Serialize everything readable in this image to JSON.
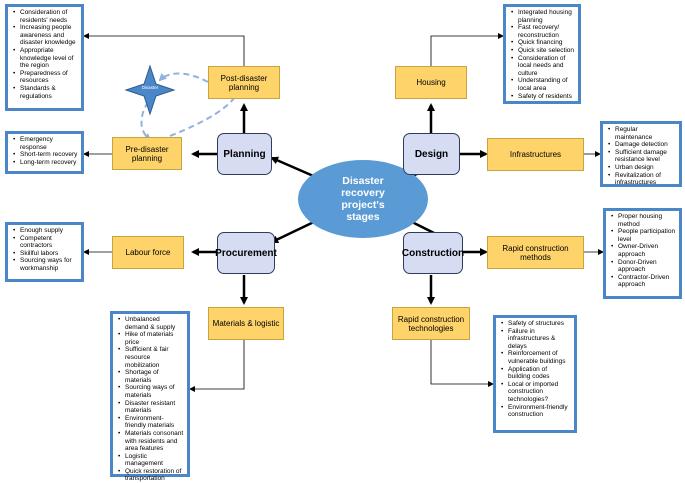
{
  "center": {
    "line1": "Disaster",
    "line2": "recovery",
    "line3": "project's",
    "line4": "stages"
  },
  "star_label": "Disaster",
  "stages": {
    "planning": "Planning",
    "design": "Design",
    "procurement": "Procurement",
    "construction": "Construction"
  },
  "sub": {
    "post_disaster_1": "Post-disaster",
    "post_disaster_2": "planning",
    "pre_disaster_1": "Pre-disaster",
    "pre_disaster_2": "planning",
    "housing": "Housing",
    "infrastructures": "Infrastructures",
    "labour_force": "Labour force",
    "materials_logistic": "Materials & logistic",
    "rapid_methods_1": "Rapid construction",
    "rapid_methods_2": "methods",
    "rapid_tech_1": "Rapid construction",
    "rapid_tech_2": "technologies"
  },
  "lists": {
    "post_disaster": [
      "Consideration of residents' needs",
      "Increasing people awareness and disaster knowledge",
      "Appropriate knowledge level of the region",
      "Preparedness of resources",
      "Standards & regulations"
    ],
    "pre_disaster": [
      "Emergency response",
      "Short-term recovery",
      "Long-term recovery"
    ],
    "housing": [
      "Integrated housing planning",
      "Fast recovery/ reconstruction",
      "Quick financing",
      "Quick site selection",
      "Consideration of local needs and culture",
      "Understanding of local area",
      "Safety of residents"
    ],
    "infrastructures": [
      "Regular maintenance",
      "Damage detection",
      "Sufficient damage resistance level",
      "Urban design",
      "Revitalization of infrastructures"
    ],
    "labour_force": [
      "Enough supply",
      "Competent contractors",
      "Skillful labors",
      "Sourcing ways for workmanship"
    ],
    "rapid_methods": [
      "Proper housing method",
      "People participation level",
      "Owner-Driven approach",
      "Donor-Driven approach",
      "Contractor-Driven approach"
    ],
    "materials": [
      "Unbalanced demand & supply",
      "Hike of materials price",
      "Sufficient & fair resource mobilization",
      "Shortage of materials",
      "Sourcing ways of materials",
      "Disaster resistant materials",
      "Environment- friendly materials",
      "Materials consonant with residents and area features",
      "Logistic management",
      "Quick restoration of transportation"
    ],
    "rapid_tech": [
      "Safety of structures",
      "Failure in infrastructures & delays",
      "Reinforcement of vulnerable buildings",
      "Application of building codes",
      "Local or imported construction technologies?",
      "Environment-friendly construction"
    ]
  },
  "colors": {
    "accent_blue": "#5b9bd5",
    "list_border": "#4a86c8",
    "sub_box": "#fdd36a",
    "stage_box": "#d6dcf2"
  }
}
